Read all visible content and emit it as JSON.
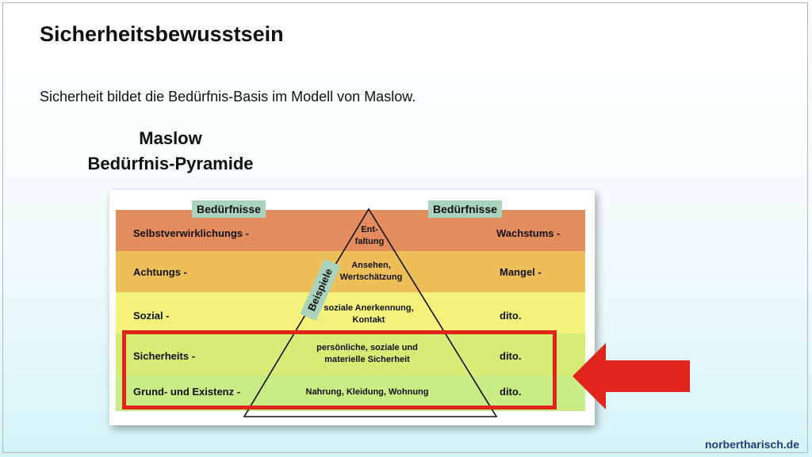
{
  "slide": {
    "title": "Sicherheitsbewusstsein",
    "subtitle": "Sicherheit bildet die Bedürfnis-Basis im Modell von Maslow."
  },
  "diagram": {
    "heading_line1": "Maslow",
    "heading_line2": "Bedürfnis-Pyramide",
    "left_tag": "Bedürfnisse",
    "right_tag": "Bedürfnisse",
    "examples_tag": "Beispiele",
    "levels": [
      {
        "need": "Selbstverwirklichungs -",
        "example_line1": "Ent-",
        "example_line2": "faltung",
        "category": "Wachstums -",
        "color": "#e38c5e"
      },
      {
        "need": "Achtungs -",
        "example_line1": "Ansehen,",
        "example_line2": "Wertschätzung",
        "category": "Mangel -",
        "color": "#eebe58"
      },
      {
        "need": "Sozial -",
        "example_line1": "soziale Anerkennung,",
        "example_line2": "Kontakt",
        "category": "dito.",
        "color": "#f3f27a"
      },
      {
        "need": "Sicherheits -",
        "example_line1": "persönliche, soziale und",
        "example_line2": "materielle Sicherheit",
        "category": "dito.",
        "color": "#d7ec76"
      },
      {
        "need": "Grund- und Existenz -",
        "example_line1": "Nahrung, Kleidung, Wohnung",
        "example_line2": "",
        "category": "dito.",
        "color": "#c9ec84"
      }
    ],
    "highlight_color": "#e1241c",
    "arrow_color": "#e1241c"
  },
  "footer": {
    "site": "norbertharisch.de",
    "color": "#1f3e7a"
  }
}
